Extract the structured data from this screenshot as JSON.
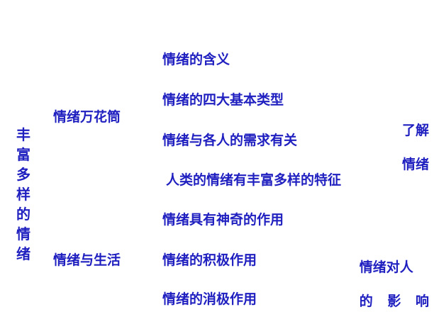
{
  "slide": {
    "background_color": "#ffffff",
    "text_color": "#2020c0",
    "root": {
      "label": "丰富多样的情绪",
      "orientation": "vertical"
    },
    "branches": [
      {
        "label": "情绪万花筒"
      },
      {
        "label": "情绪与生活"
      }
    ],
    "leaves": [
      {
        "label": "情绪的含义"
      },
      {
        "label": "情绪的四大基本类型"
      },
      {
        "label": "情绪与各人的需求有关"
      },
      {
        "label": "人类的情绪有丰富多样的特征"
      },
      {
        "label": "情绪具有神奇的作用"
      },
      {
        "label": "情绪的积极作用"
      },
      {
        "label": "情绪的消极作用"
      }
    ],
    "summaries": [
      {
        "line1": "了解",
        "line2": "情绪"
      },
      {
        "line1": "情绪对人",
        "line2": "的 影 响"
      }
    ]
  }
}
